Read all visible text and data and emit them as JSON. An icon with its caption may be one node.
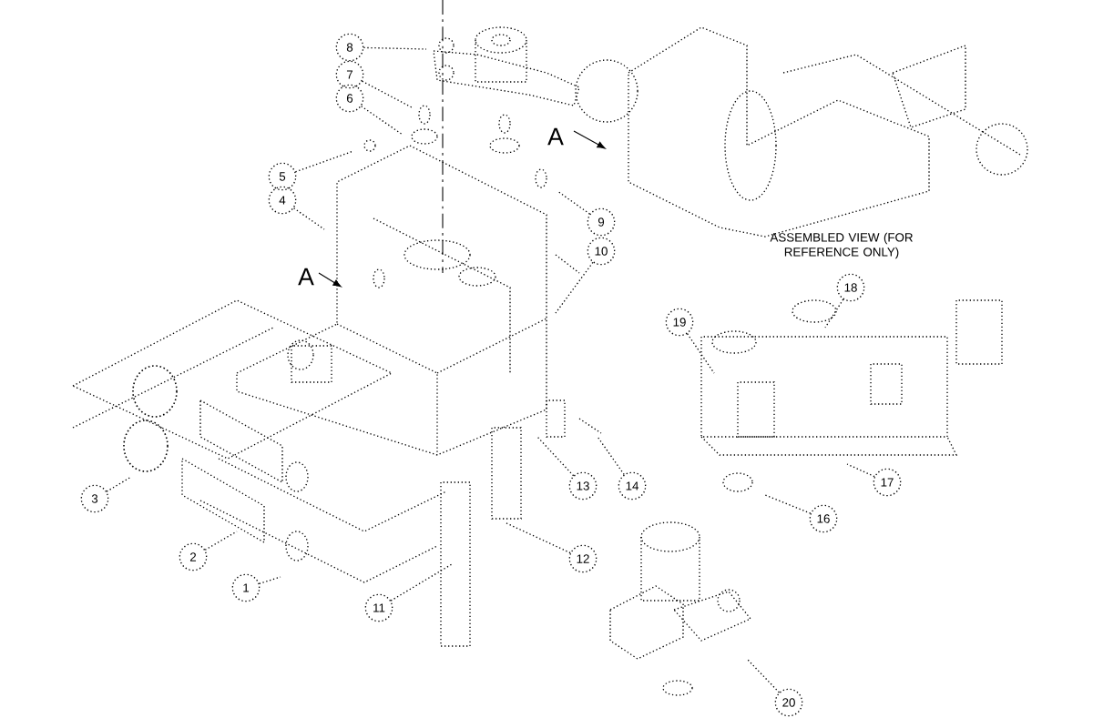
{
  "diagram": {
    "nodes": [
      {
        "text": [
          "8"
        ]
      },
      {
        "text": [
          "7"
        ]
      },
      {
        "text": [
          "6"
        ]
      },
      {
        "text": [
          "5"
        ]
      },
      {
        "text": [
          "4"
        ]
      },
      {
        "text": [
          "9"
        ]
      },
      {
        "text": [
          "10"
        ]
      },
      {
        "text": [
          "3"
        ]
      },
      {
        "text": [
          "2"
        ]
      },
      {
        "text": [
          "1"
        ]
      },
      {
        "text": [
          "11"
        ]
      },
      {
        "text": [
          "12"
        ]
      },
      {
        "text": [
          "13"
        ]
      },
      {
        "text": [
          "14"
        ]
      },
      {
        "text": [
          "19"
        ]
      },
      {
        "text": [
          "18"
        ]
      },
      {
        "text": [
          "17"
        ]
      },
      {
        "text": [
          "16"
        ]
      },
      {
        "text": [
          "20"
        ]
      }
    ],
    "edges": [
      {
        "from": 0,
        "to": null,
        "arrow": "none"
      },
      {
        "from": 1,
        "to": null,
        "arrow": "none"
      },
      {
        "from": 2,
        "to": null,
        "arrow": "none"
      },
      {
        "from": 3,
        "to": null,
        "arrow": "none"
      },
      {
        "from": 4,
        "to": null,
        "arrow": "none"
      },
      {
        "from": 5,
        "to": null,
        "arrow": "none"
      },
      {
        "from": 6,
        "to": null,
        "arrow": "none"
      },
      {
        "from": 7,
        "to": null,
        "arrow": "none"
      },
      {
        "from": 8,
        "to": null,
        "arrow": "none"
      },
      {
        "from": 9,
        "to": null,
        "arrow": "none"
      },
      {
        "from": 10,
        "to": null,
        "arrow": "none"
      },
      {
        "from": 11,
        "to": null,
        "arrow": "none"
      },
      {
        "from": 12,
        "to": null,
        "arrow": "none"
      },
      {
        "from": 13,
        "to": null,
        "arrow": "none"
      },
      {
        "from": 14,
        "to": null,
        "arrow": "none"
      },
      {
        "from": 15,
        "to": null,
        "arrow": "none"
      },
      {
        "from": 16,
        "to": null,
        "arrow": "none"
      },
      {
        "from": 17,
        "to": null,
        "arrow": "none"
      },
      {
        "from": 18,
        "to": null,
        "arrow": "none"
      }
    ],
    "labels": [
      "A",
      "A",
      "ASSEMBLED VIEW (FOR REFERENCE ONLY)"
    ]
  }
}
